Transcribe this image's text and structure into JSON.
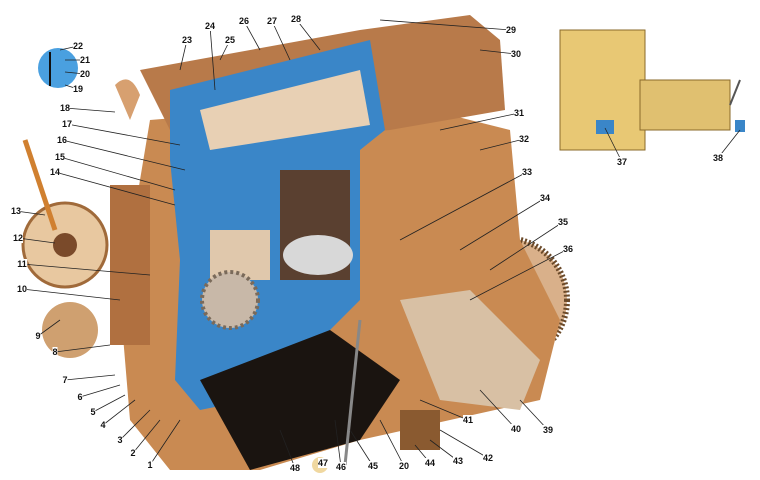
{
  "diagram": {
    "subject": "engine-cutaway",
    "colors": {
      "block": "#c98a52",
      "head": "#b87a4a",
      "cutaway": "#3a86c8",
      "dark": "#1a1410",
      "inset": "#e8c874"
    },
    "labels": [
      "1",
      "2",
      "3",
      "4",
      "5",
      "6",
      "7",
      "8",
      "9",
      "10",
      "11",
      "12",
      "13",
      "14",
      "15",
      "16",
      "17",
      "18",
      "19",
      "20",
      "21",
      "22",
      "23",
      "24",
      "25",
      "26",
      "27",
      "28",
      "29",
      "30",
      "31",
      "32",
      "33",
      "34",
      "35",
      "36",
      "37",
      "38",
      "39",
      "40",
      "41",
      "42",
      "43",
      "44",
      "45",
      "46",
      "47",
      "48",
      "20"
    ]
  }
}
